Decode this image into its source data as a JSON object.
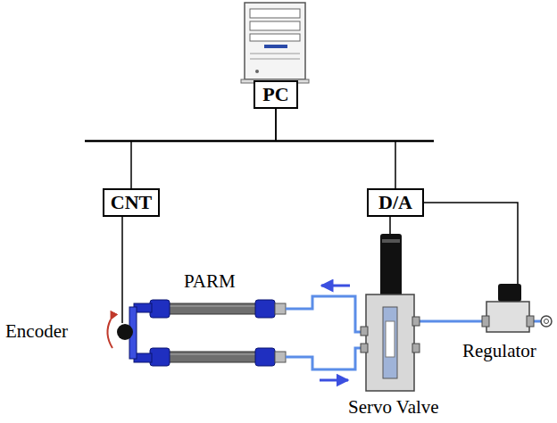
{
  "diagram": {
    "nodes": [
      {
        "text": [
          "PC"
        ]
      },
      {
        "text": [
          "CNT"
        ]
      },
      {
        "text": [
          "D/A"
        ]
      }
    ],
    "edges": [
      {
        "from": 0,
        "to": 1,
        "arrow": "none"
      },
      {
        "from": 0,
        "to": 2,
        "arrow": "none"
      }
    ],
    "labels": [
      "Encoder",
      "PARM",
      "Servo Valve",
      "Regulator"
    ]
  }
}
